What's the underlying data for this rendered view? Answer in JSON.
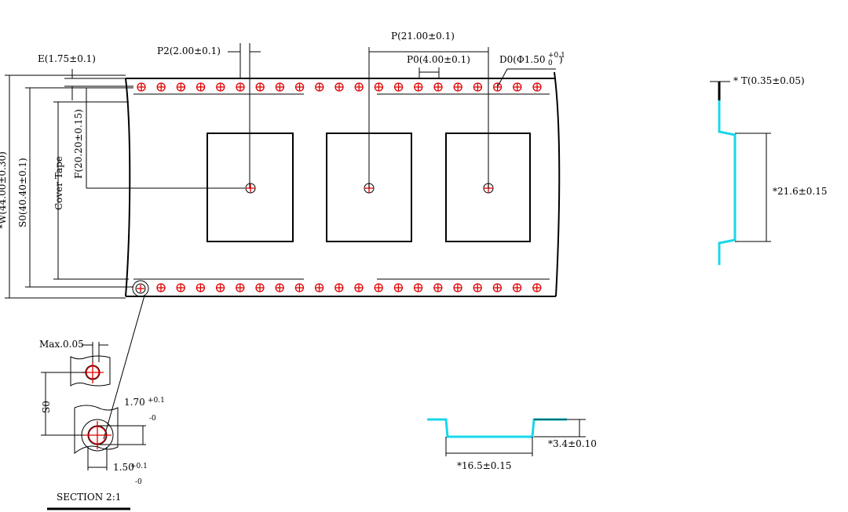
{
  "labels": {
    "p2": "P2(2.00±0.1)",
    "p": "P(21.00±0.1)",
    "p0": "P0(4.00±0.1)",
    "d0": "D0(Φ1.50",
    "d0_tol": "+0.1",
    "d0_tol2": "0",
    "d0_close": ")",
    "e": "E(1.75±0.1)",
    "w": "*W(44.00±0.30)",
    "s0": "S0(40.40±0.1)",
    "cover_tape": "Cover Tape",
    "f": "F(20.20±0.15)",
    "t": "* T(0.35±0.05)",
    "side_depth": "*21.6±0.15",
    "max": "Max.0.05",
    "s0_short": "S0",
    "d170": "1.70",
    "d170_tol_plus": "+0.1",
    "d170_tol_minus": "-0",
    "d150": "1.50",
    "d150_tol_plus": "+0.1",
    "d150_tol_minus": "-0",
    "section": "SECTION 2:1",
    "bottom_width": "*16.5±0.15",
    "bottom_depth": "*3.4±0.10"
  },
  "colors": {
    "line": "#000000",
    "hole": "#e00000",
    "profile": "#19d7e8"
  }
}
